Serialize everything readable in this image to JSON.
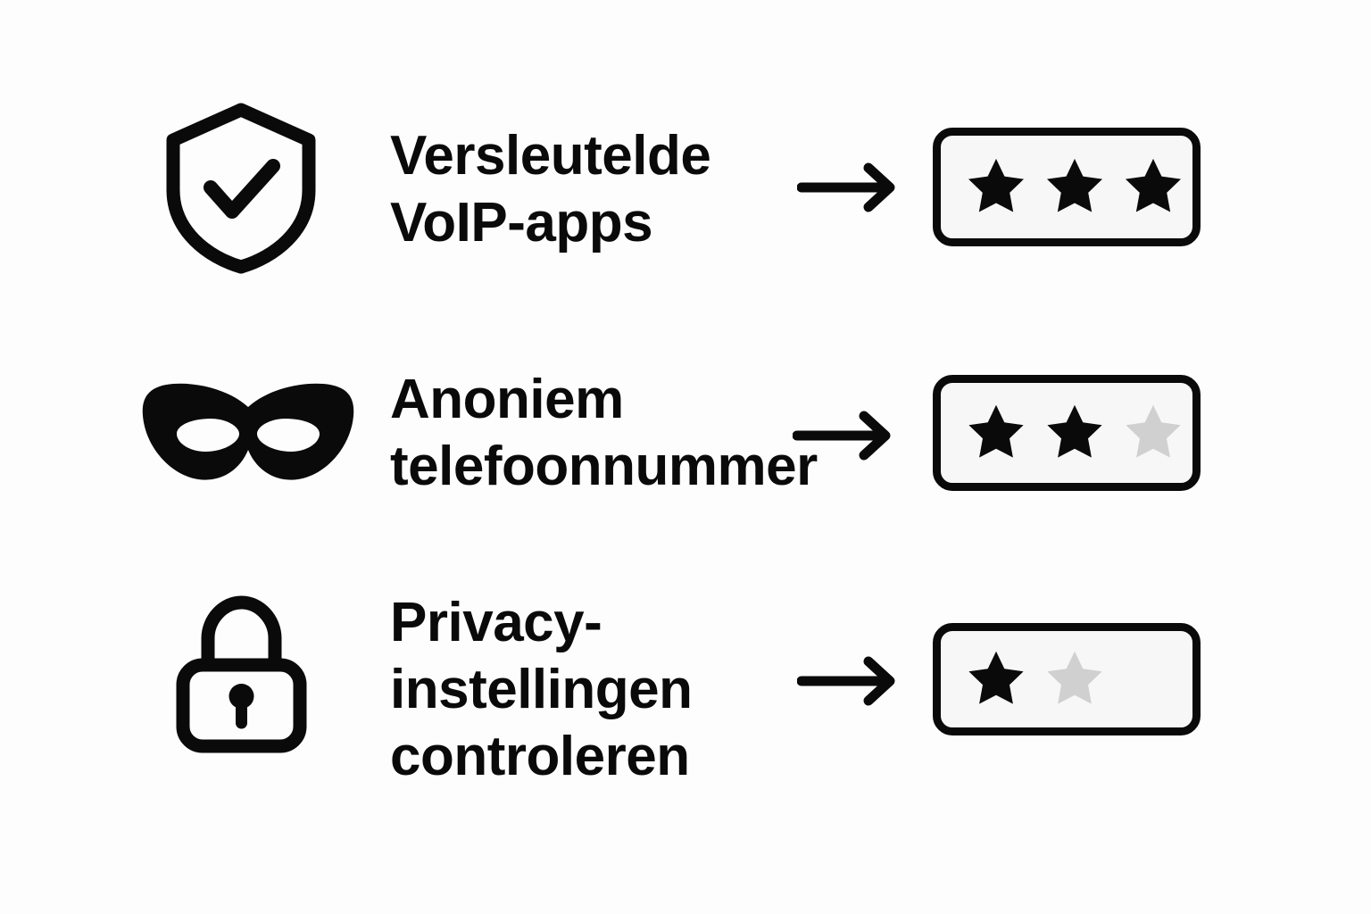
{
  "page": {
    "background_color": "#fdfdfd",
    "ink_color": "#0a0a0a",
    "box_fill_color": "#f7f7f7",
    "star_filled_color": "#0a0a0a",
    "star_empty_color": "#d0d0d0"
  },
  "rows": [
    {
      "icon": "shield-check-icon",
      "label": "Versleutelde\nVoIP-apps",
      "arrow": "arrow-right-icon",
      "rating": {
        "filled": 3,
        "empty": 0,
        "total": 3
      }
    },
    {
      "icon": "anonymous-mask-icon",
      "label": "Anoniem\ntelefoonnummer",
      "arrow": "arrow-right-icon",
      "rating": {
        "filled": 2,
        "empty": 1,
        "total": 3
      }
    },
    {
      "icon": "padlock-icon",
      "label": "Privacy-\ninstellingen\ncontroleren",
      "arrow": "arrow-right-icon",
      "rating": {
        "filled": 1,
        "empty": 1,
        "total": 2
      }
    }
  ]
}
